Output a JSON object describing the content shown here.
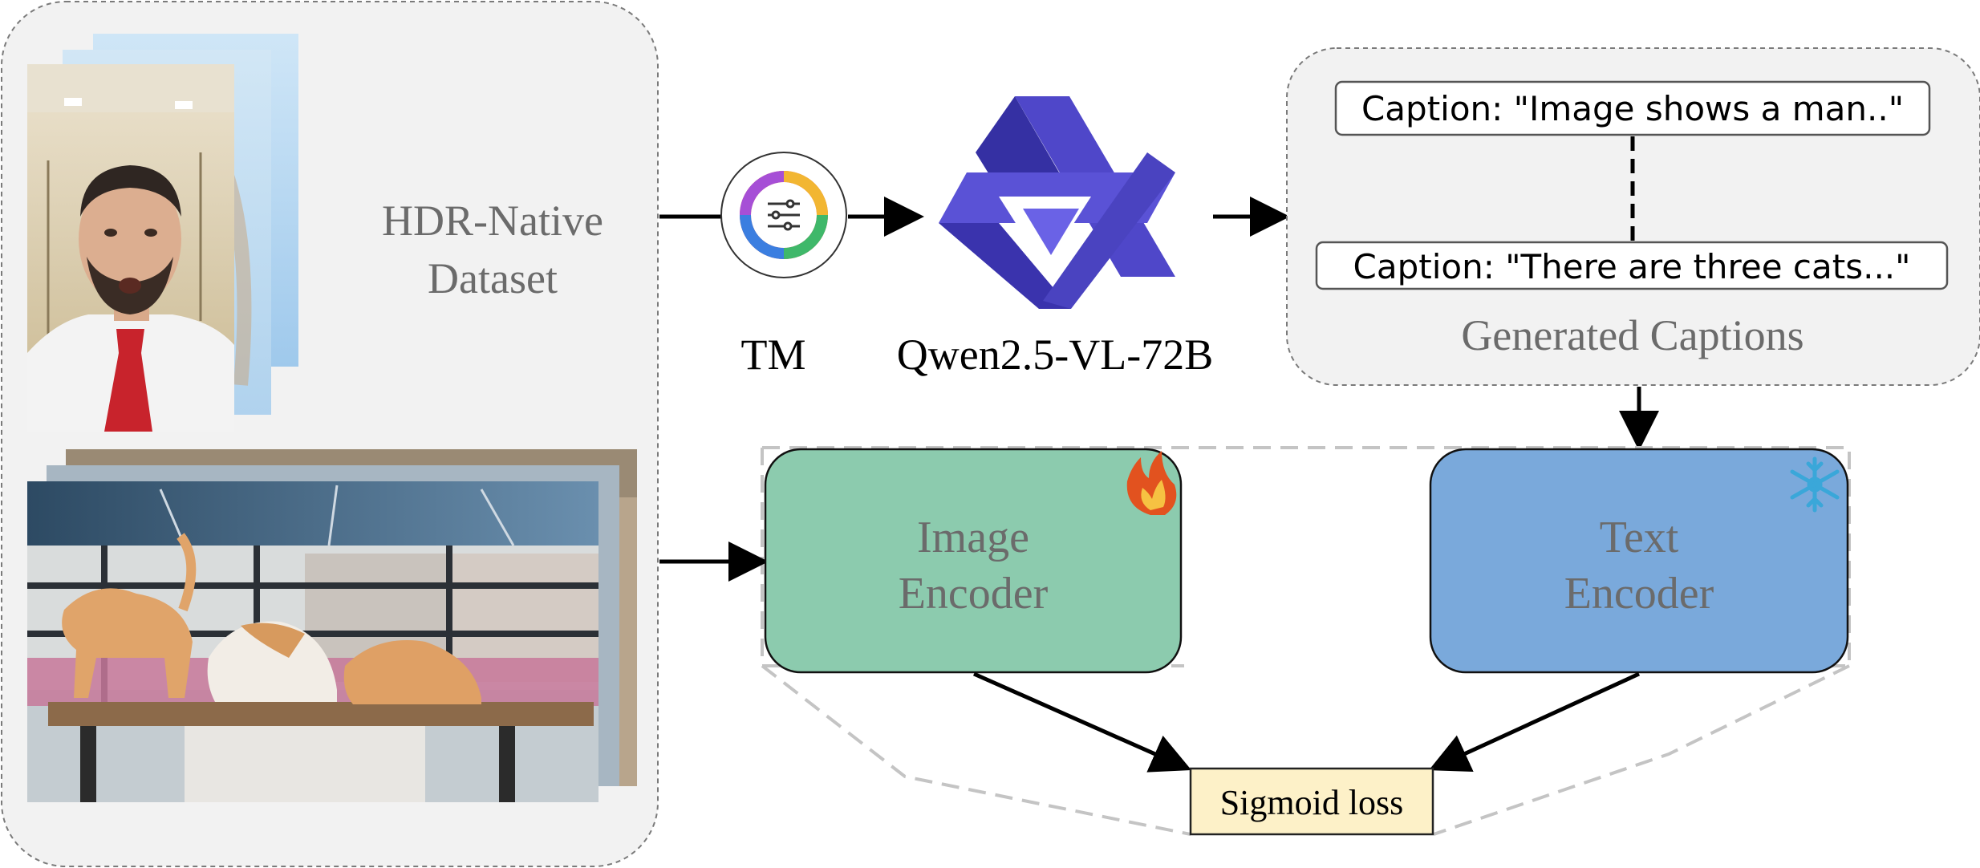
{
  "dataset": {
    "line1": "HDR-Native",
    "line2": "Dataset"
  },
  "tm": {
    "label": "TM",
    "icon": "sliders-icon"
  },
  "vlm": {
    "label": "Qwen2.5-VL-72B",
    "icon": "qwen-logo"
  },
  "captions": {
    "caption1": "Caption: \"Image shows a man..\"",
    "caption2": "Caption: \"There are three cats...\"",
    "group_label": "Generated Captions"
  },
  "image_encoder": {
    "line1": "Image",
    "line2": "Encoder",
    "icon": "fire-icon",
    "color": "#8ccbae"
  },
  "text_encoder": {
    "line1": "Text",
    "line2": "Encoder",
    "icon": "snowflake-icon",
    "color": "#7aa9db"
  },
  "loss": {
    "label": "Sigmoid loss",
    "color": "#fdf1c8"
  },
  "colors": {
    "group_bg": "#f2f2f2",
    "arrow": "#000000",
    "dashed_border": "#9a9a9a"
  }
}
